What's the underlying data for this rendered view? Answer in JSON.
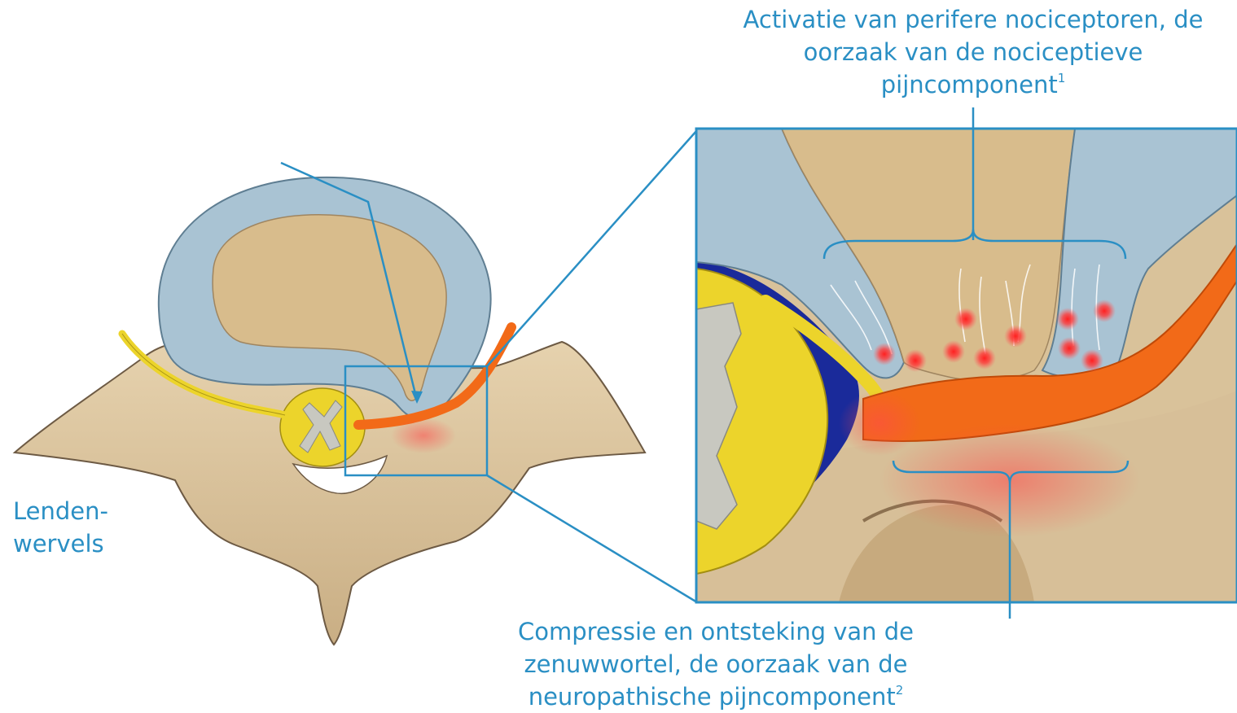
{
  "labels": {
    "nociceptive": {
      "lines": [
        "Activatie van perifere nociceptoren, de",
        "oorzaak van de nociceptieve"
      ],
      "last_line": "pijncomponent",
      "reference": "1"
    },
    "neuropathic": {
      "lines": [
        "Compressie en ontsteking van de",
        "zenuwwortel, de oorzaak van de"
      ],
      "last_line": "neuropathische pijncomponent",
      "reference": "2"
    },
    "vertebra": {
      "lines": [
        "Lenden-",
        "wervels"
      ]
    }
  },
  "colors": {
    "label_blue": "#2a8fc4",
    "bone": "#d7bf98",
    "disc_annulus": "#a9c3d3",
    "nucleus": "#d8bc8c",
    "spinal_cord": "#ecd42b",
    "nerve_root": "#f26a18",
    "canal": "#1a2a9a"
  }
}
